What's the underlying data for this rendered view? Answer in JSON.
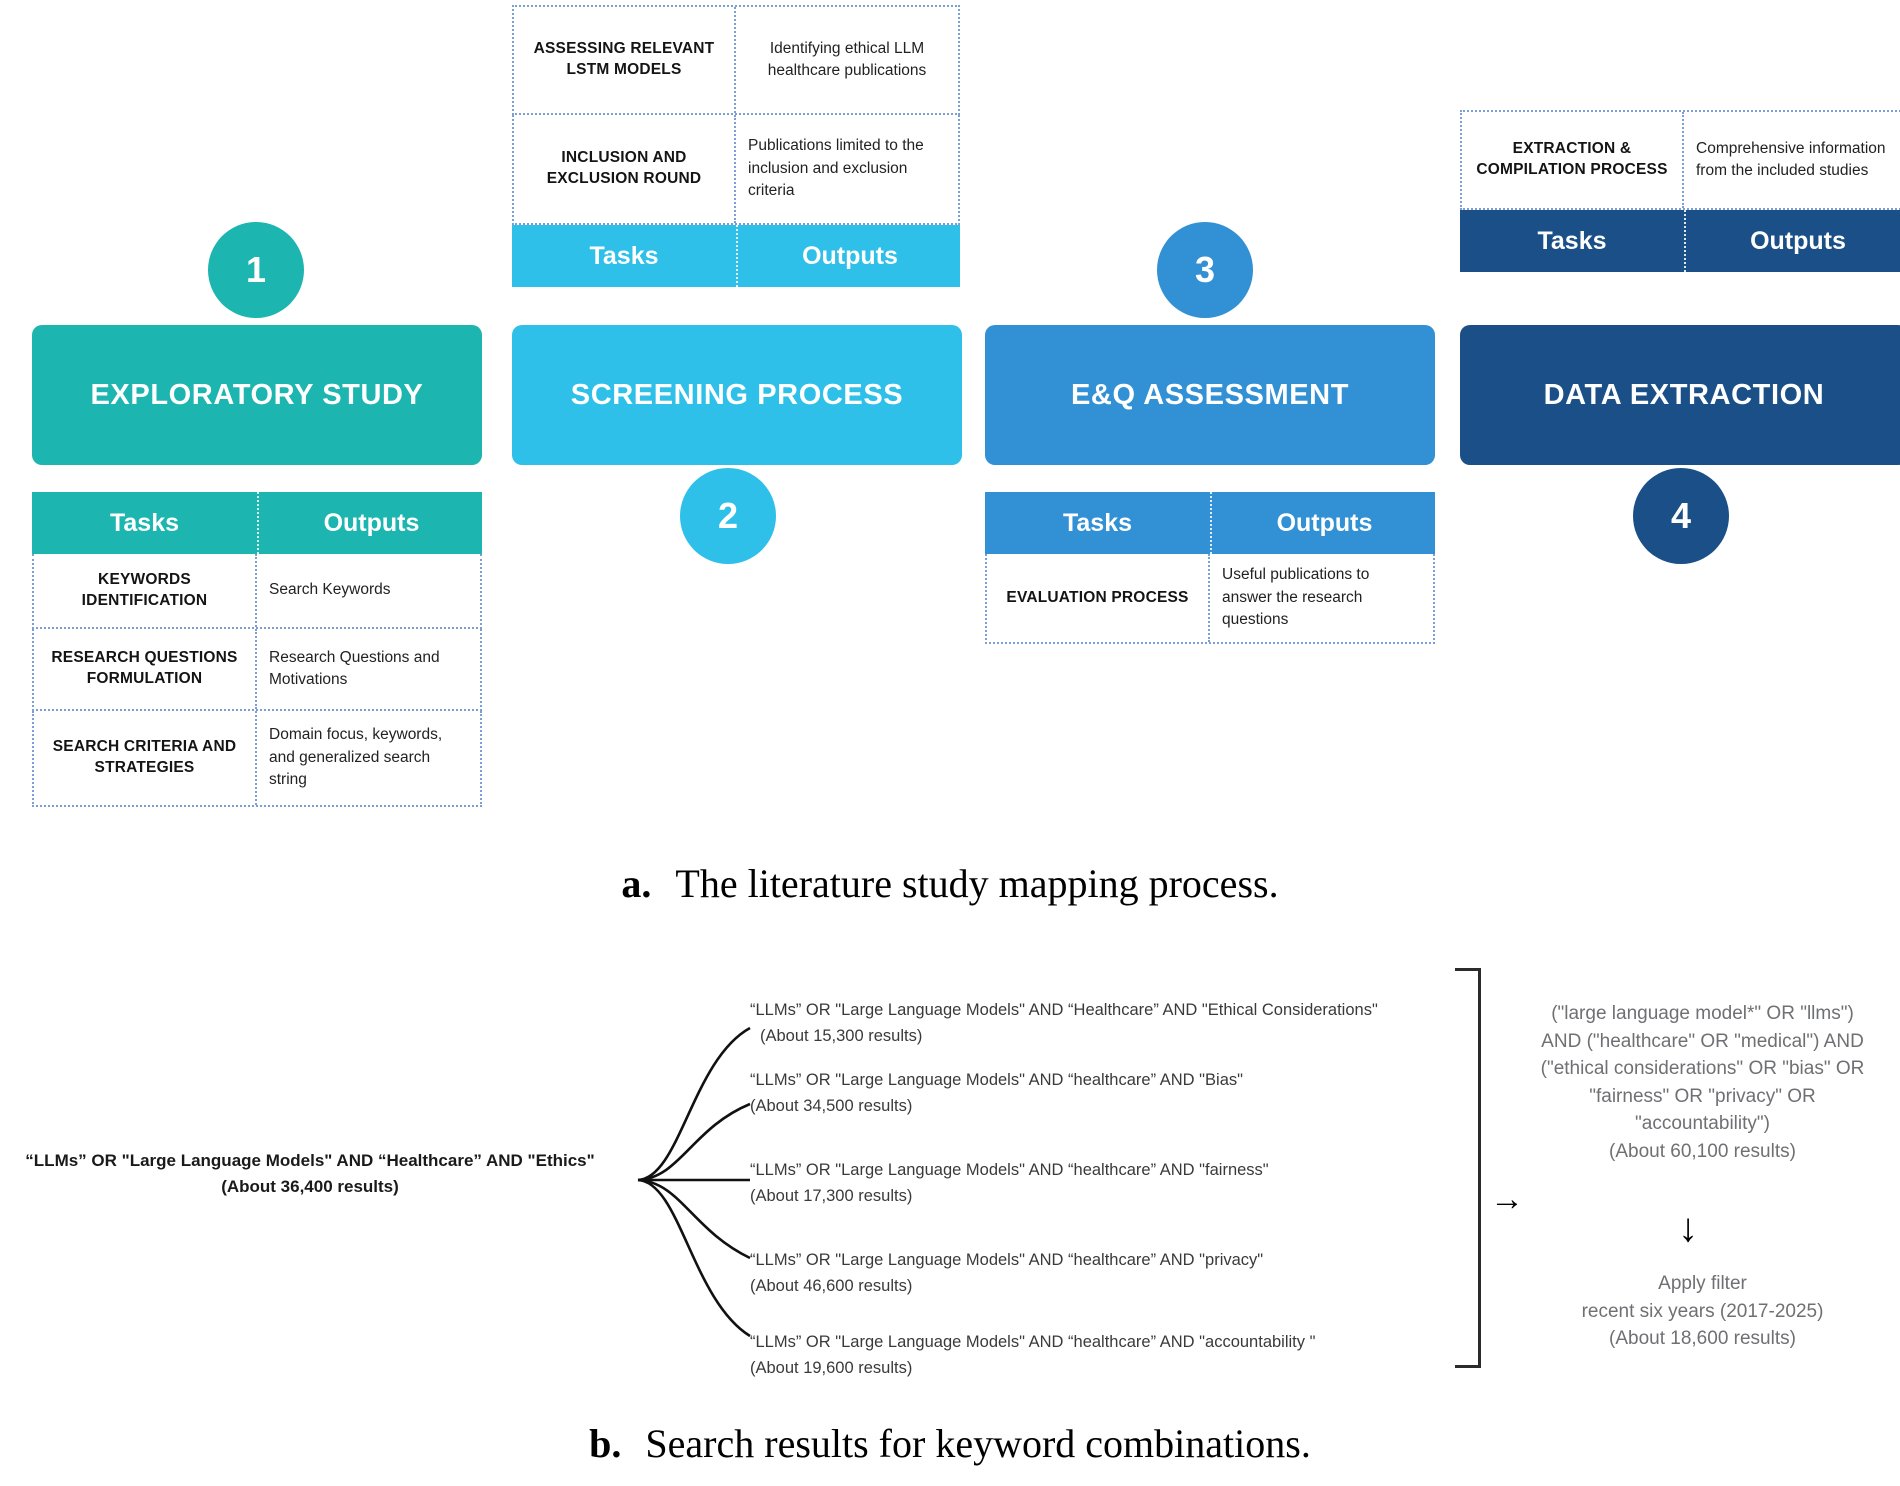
{
  "figure": {
    "caption_a_label": "a.",
    "caption_a_text": "The literature study mapping process.",
    "caption_b_label": "b.",
    "caption_b_text": "Search results for keyword combinations."
  },
  "colors": {
    "stage1": "#1DB5B0",
    "stage2": "#2FC0EA",
    "stage3": "#3290D4",
    "stage4": "#1B4F87",
    "connector": "#ECEFF1",
    "dotted_border": "#7B9FD4"
  },
  "panel_a": {
    "column_headers": {
      "tasks": "Tasks",
      "outputs": "Outputs"
    },
    "stages": [
      {
        "number": "1",
        "title": "EXPLORATORY STUDY",
        "color": "#1DB5B0",
        "table_position": "below",
        "rows": [
          {
            "task": "KEYWORDS IDENTIFICATION",
            "output": "Search Keywords"
          },
          {
            "task": "RESEARCH QUESTIONS FORMULATION",
            "output": "Research Questions and Motivations"
          },
          {
            "task": "SEARCH CRITERIA AND STRATEGIES",
            "output": "Domain focus, keywords, and generalized search string"
          }
        ]
      },
      {
        "number": "2",
        "title": "SCREENING PROCESS",
        "color": "#2FC0EA",
        "table_position": "above",
        "rows": [
          {
            "task": "ASSESSING RELEVANT LSTM MODELS",
            "output": "Identifying ethical LLM healthcare publications"
          },
          {
            "task": "INCLUSION AND EXCLUSION ROUND",
            "output": "Publications limited to the inclusion and exclusion criteria"
          }
        ]
      },
      {
        "number": "3",
        "title": "E&Q ASSESSMENT",
        "color": "#3290D4",
        "table_position": "below",
        "rows": [
          {
            "task": "EVALUATION PROCESS",
            "output": "Useful publications to answer the research questions"
          }
        ]
      },
      {
        "number": "4",
        "title": "DATA EXTRACTION",
        "color": "#1B4F87",
        "table_position": "above",
        "rows": [
          {
            "task": "EXTRACTION & COMPILATION PROCESS",
            "output": "Comprehensive information from the included studies"
          }
        ]
      }
    ]
  },
  "panel_b": {
    "root_query": "“LLMs” OR \"Large Language Models\" AND “Healthcare” AND \"Ethics\"",
    "root_results": "(About 36,400 results)",
    "branches": [
      {
        "query": "“LLMs” OR \"Large Language Models\" AND “Healthcare” AND \"Ethical Considerations\"",
        "results": "(About 15,300 results)"
      },
      {
        "query": "“LLMs” OR \"Large Language Models\" AND “healthcare” AND \"Bias\"",
        "results": "(About 34,500 results)"
      },
      {
        "query": "“LLMs” OR \"Large Language Models\" AND “healthcare” AND \"fairness\"",
        "results": "(About 17,300 results)"
      },
      {
        "query": "“LLMs” OR \"Large Language Models\" AND “healthcare” AND \"privacy\"",
        "results": "(About 46,600 results)"
      },
      {
        "query": "“LLMs” OR \"Large Language Models\" AND “healthcare” AND \"accountability \"",
        "results": "(About 19,600  results)"
      }
    ],
    "combined_query_lines": [
      "(\"large language model*\" OR \"llms\")",
      "AND (\"healthcare\" OR \"medical\") AND",
      "(\"ethical considerations\" OR \"bias\" OR",
      "\"fairness\" OR \"privacy\" OR",
      "\"accountability\")"
    ],
    "combined_results": "(About 60,100 results)",
    "filter_lines": [
      "Apply filter",
      "recent six years (2017-2025)"
    ],
    "filter_results": "(About 18,600 results)",
    "arrow_right_glyph": "→",
    "arrow_down_glyph": "↓"
  }
}
